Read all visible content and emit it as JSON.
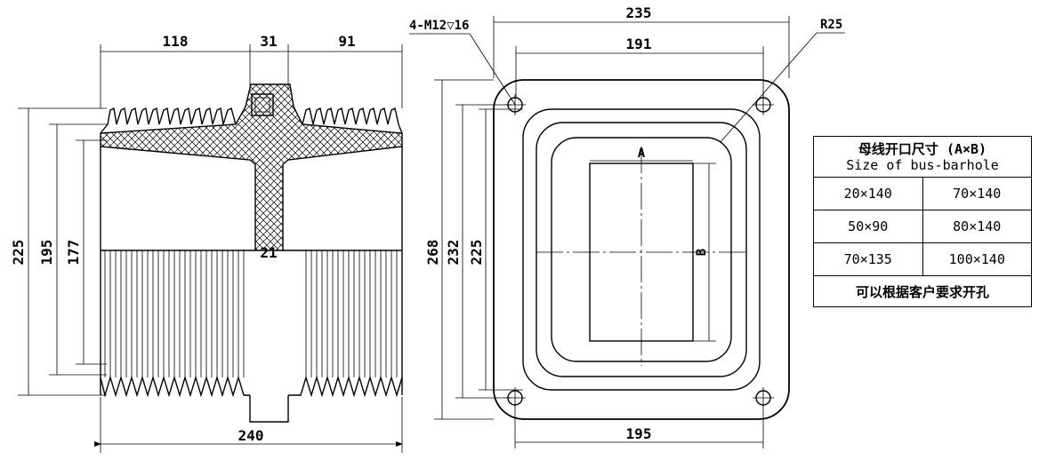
{
  "side_view": {
    "dims": {
      "top_left": "118",
      "top_mid": "31",
      "top_right": "91",
      "bottom": "240",
      "h_outer": "225",
      "h_mid": "195",
      "h_inner": "177",
      "rib": "21"
    }
  },
  "front_view": {
    "dims": {
      "width_outer": "235",
      "width_mid": "191",
      "width_bottom": "195",
      "h_outer": "268",
      "h_mid": "232",
      "h_inner": "225",
      "radius": "R25",
      "holes": "4-M12▽16",
      "open_a": "A",
      "open_b": "B"
    }
  },
  "table": {
    "title_cn": "母线开口尺寸 (A×B)",
    "title_en": "Size of bus-barhole",
    "rows": [
      [
        "20×140",
        "70×140"
      ],
      [
        "50×90",
        "80×140"
      ],
      [
        "70×135",
        "100×140"
      ]
    ],
    "footer": "可以根据客户要求开孔"
  }
}
